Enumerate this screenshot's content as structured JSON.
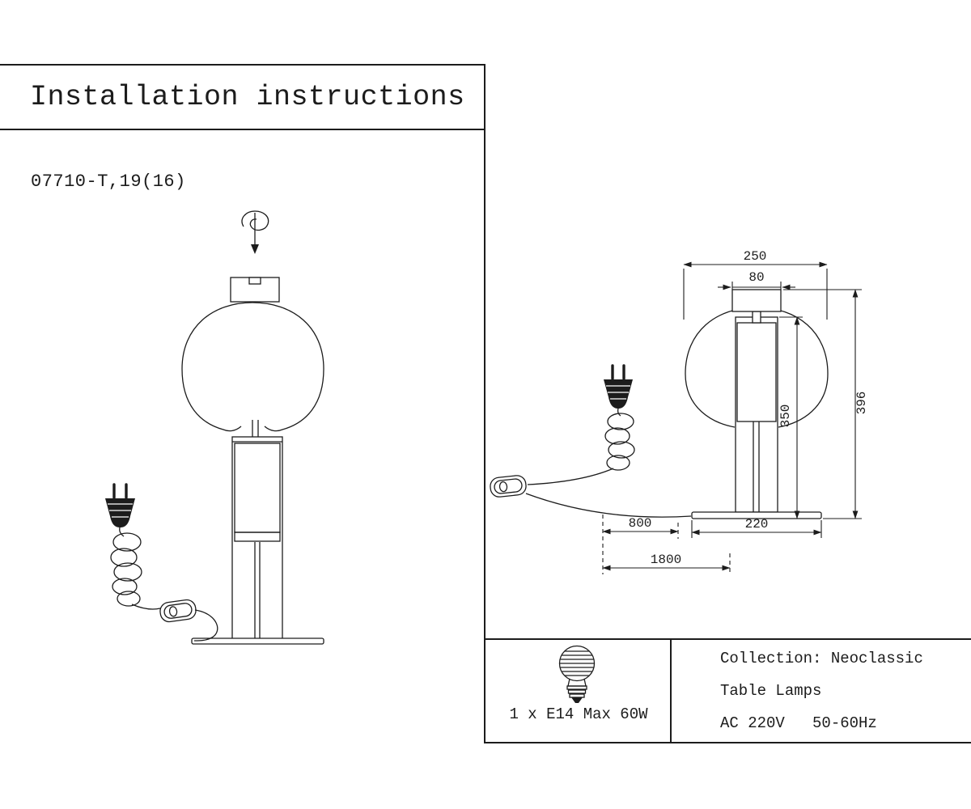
{
  "header": {
    "title": "Installation instructions"
  },
  "model_number": "07710-T,19(16)",
  "dimensions": {
    "ring_diameter": "250",
    "shade_width": "80",
    "total_height": "396",
    "body_height": "350",
    "base_width": "220",
    "cord_to_switch": "800",
    "cord_total": "1800"
  },
  "spec_panel": {
    "bulb_spec": "1 x E14 Max 60W",
    "collection": "Collection: Neoclassic",
    "category": "Table Lamps",
    "power": "AC 220V   50-60Hz"
  },
  "icons": {
    "screw_direction": "spiral-arrow-down",
    "bulb": "incandescent-bulb",
    "plug": "two-pin-power-plug",
    "switch": "inline-cord-switch"
  },
  "colors": {
    "ink": "#1c1c1c",
    "background": "#ffffff"
  }
}
